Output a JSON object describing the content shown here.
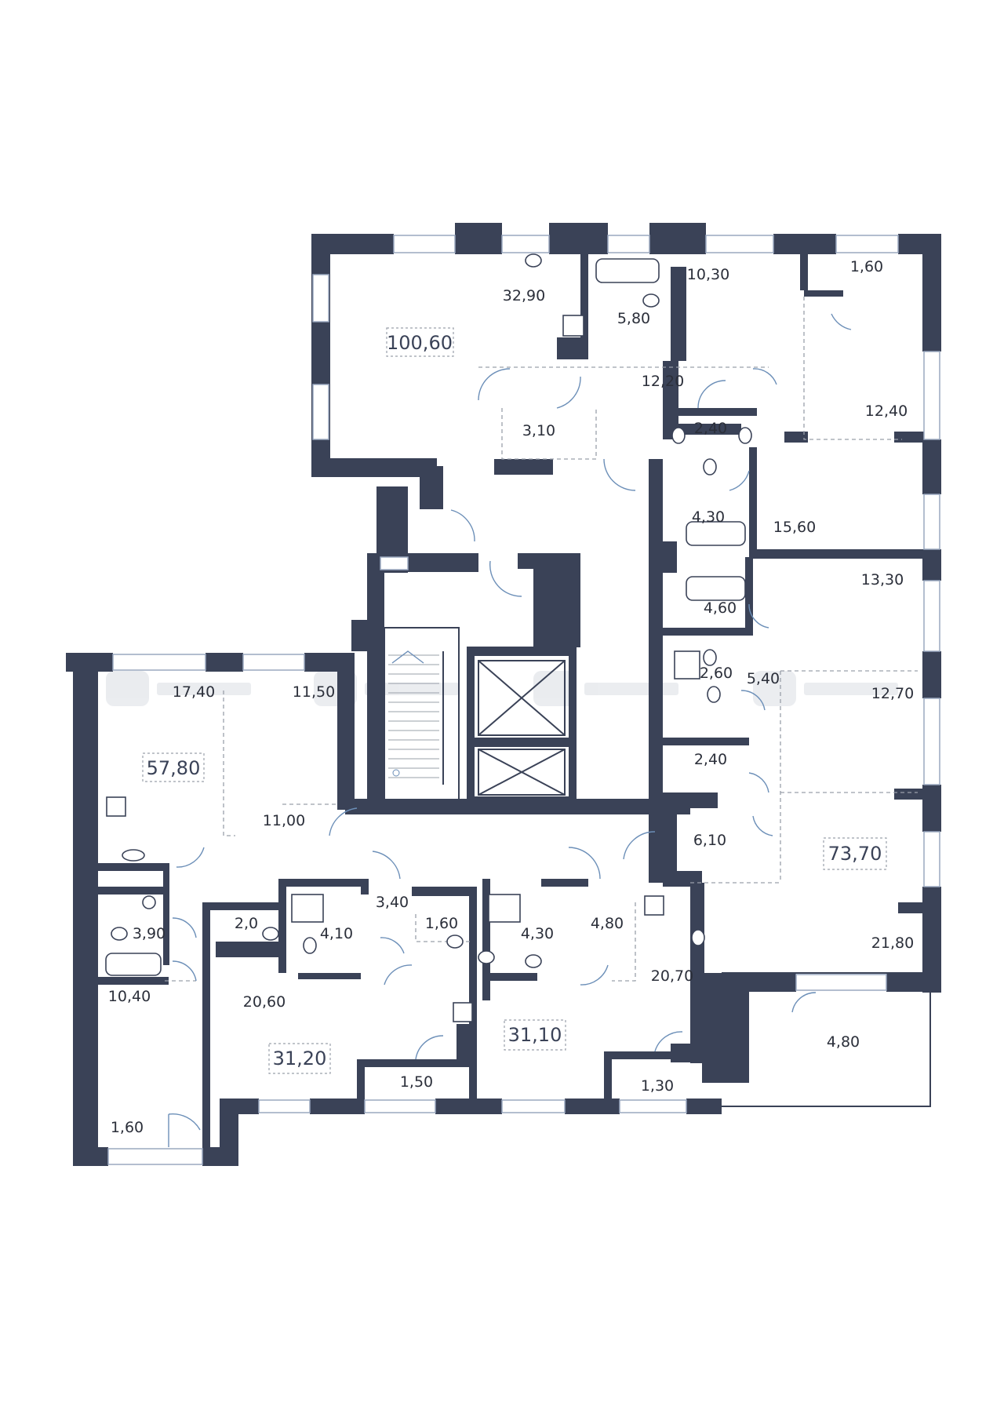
{
  "colors": {
    "wall": "#3a4257",
    "window": "#9aa8bf",
    "door": "#6c8fb8",
    "dash": "#9aa0aa"
  },
  "apartments": [
    {
      "id": "apt-1",
      "total": "100,60"
    },
    {
      "id": "apt-2",
      "total": "57,80"
    },
    {
      "id": "apt-3",
      "total": "73,70"
    },
    {
      "id": "apt-4",
      "total": "31,20"
    },
    {
      "id": "apt-5",
      "total": "31,10"
    }
  ],
  "rooms": [
    "32,90",
    "5,80",
    "10,30",
    "1,60",
    "12,20",
    "12,40",
    "3,10",
    "2,40",
    "4,30",
    "15,60",
    "13,30",
    "4,60",
    "5,40",
    "2,60",
    "12,70",
    "2,40",
    "6,10",
    "21,80",
    "4,80",
    "17,40",
    "11,50",
    "11,00",
    "3,90",
    "10,40",
    "1,60",
    "2,0",
    "4,10",
    "3,40",
    "1,60",
    "20,60",
    "1,50",
    "4,30",
    "4,80",
    "20,70",
    "1,30"
  ],
  "icons": [
    "stove-icon",
    "toilet-icon",
    "bathtub-icon",
    "shower-icon",
    "sink-icon",
    "elevator-icon",
    "stairs-icon"
  ]
}
